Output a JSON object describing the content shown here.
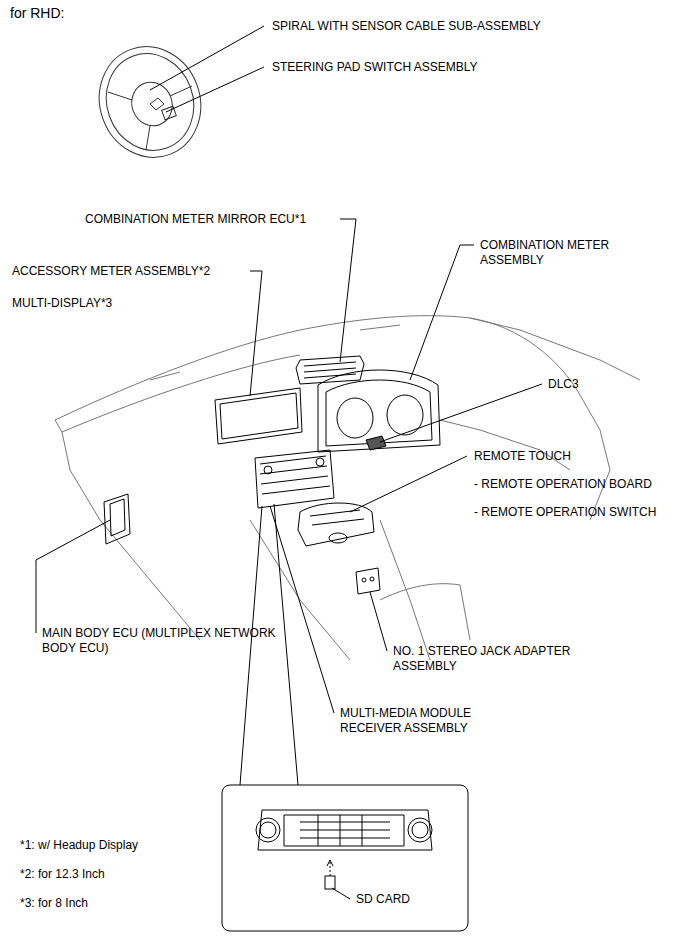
{
  "diagram": {
    "title": "for RHD:",
    "labels": [
      "SPIRAL WITH SENSOR CABLE SUB-ASSEMBLY",
      "STEERING PAD SWITCH ASSEMBLY",
      "COMBINATION METER MIRROR ECU*1",
      "COMBINATION METER ASSEMBLY",
      "ACCESSORY METER ASSEMBLY*2",
      "MULTI-DISPLAY*3",
      "DLC3",
      "REMOTE TOUCH",
      "- REMOTE OPERATION BOARD",
      "- REMOTE OPERATION SWITCH",
      "MAIN BODY ECU (MULTIPLEX NETWORK BODY ECU)",
      "NO. 1 STEREO JACK ADAPTER ASSEMBLY",
      "MULTI-MEDIA MODULE RECEIVER ASSEMBLY",
      "SD CARD",
      "*1: w/ Headup Display",
      "*2: for 12.3 Inch",
      "*3: for 8 Inch"
    ]
  }
}
